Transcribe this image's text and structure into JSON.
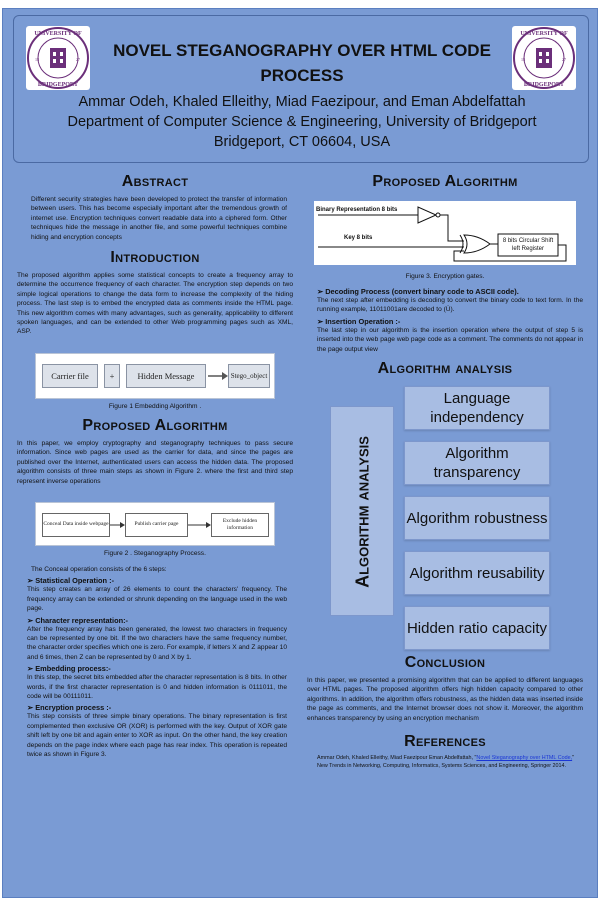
{
  "header": {
    "title": "NOVEL STEGANOGRAPHY OVER HTML CODE PROCESS",
    "authors": "Ammar Odeh, Khaled Elleithy, Miad Faezipour, and Eman Abdelfattah",
    "department": "Department of Computer Science & Engineering, University of Bridgeport",
    "address": "Bridgeport, CT 06604, USA",
    "logo": {
      "top": "UNIVERSITY OF",
      "bottom": "BRIDGEPORT",
      "year_left": "18",
      "year_right": "27"
    }
  },
  "left": {
    "abstract": {
      "heading": "Abstract",
      "text": "Different security strategies have been developed to protect the transfer of information between users. This has become especially important after the tremendous growth of internet use. Encryption techniques convert readable data into a ciphered form. Other techniques hide the message in another file, and some powerful techniques combine hiding and encryption concepts"
    },
    "introduction": {
      "heading": "Introduction",
      "text": "The proposed algorithm applies some statistical concepts to create a frequency array to determine the occurrence frequency of each character. The encryption step depends on two simple logical operations to change the data form to increase the complexity of the hiding process. The last step is to embed the encrypted data as comments inside the HTML page. This new algorithm comes with many advantages, such as generality, applicability to different spoken languages, and can be extended to other Web programming pages such as XML, ASP."
    },
    "figure1": {
      "boxes": [
        "Carrier file",
        "+",
        "Hidden Message",
        "Stego_object"
      ],
      "caption": "Figure 1 Embedding Algorithm ."
    },
    "proposed": {
      "heading": "Proposed Algorithm",
      "text": "In this paper, we employ cryptography and steganography techniques to pass secure information. Since web pages are used as the carrier for data, and since the pages are published over the Internet, authenticated users can access the hidden data. The proposed algorithm consists of three main steps as shown in Figure 2. where the first and third step represent inverse operations"
    },
    "figure2": {
      "boxes": [
        "Conceal Data inside webpage",
        "Publish carrier page",
        "Exclude hidden information"
      ],
      "caption": "Figure 2 . Steganography Process."
    },
    "conceal_intro": "The Conceal operation consists of the 6 steps:",
    "steps": [
      {
        "title": "Statistical Operation :-",
        "text": "This step creates an array of 26 elements to count the characters' frequency. The frequency array can be extended or shrunk depending on the language used in the web page."
      },
      {
        "title": "Character representation:-",
        "text": "After the frequency array has been generated, the lowest two characters in frequency can be represented by one bit. If the two characters have the same frequency number, the character order specifies which one is zero. For example, if letters X and Z appear 10 and 6 times, then Z can be represented by 0 and X by 1."
      },
      {
        "title": "Embedding process:-",
        "text": "In this step, the secret bits embedded after the character representation is 8 bits. In other words, if the first character representation is 0 and hidden information is 0111011, the code will be 00111011."
      },
      {
        "title": "Encryption process :-",
        "text": "This step consists of three simple binary operations. The binary representation is first complemented then exclusive OR (XOR) is performed with the key. Output of XOR gate shift left by one bit and again enter to XOR as input. On the other hand,  the key creation depends on the page index where each page has rear index. This operation is repeated twice as shown in Figure 3."
      }
    ]
  },
  "right": {
    "proposed_heading": "Proposed Algorithm",
    "figure3": {
      "label_binary": "Binary Representation 8 bits",
      "label_key": "Key 8 bits",
      "label_shift": "8 bits Circular Shift left Register",
      "caption": "Figure 3. Encryption gates."
    },
    "decoding": {
      "title": "Decoding Process (convert binary code to ASCII code).",
      "text": "The next step after embedding is decoding to convert the binary code to text form. In the running example, 11011001are decoded to (Ù)."
    },
    "insertion": {
      "title": "Insertion Operation :-",
      "text": "The last step in our algorithm is the insertion operation where the output of step 5 is inserted into the web page web page code as a comment. The comments do not appear in the page output view"
    },
    "analysis": {
      "heading": "Algorithm analysis",
      "vertical": "Algorithm analysis",
      "items": [
        "Language independency",
        "Algorithm transparency",
        "Algorithm robustness",
        "Algorithm reusability",
        "Hidden ratio capacity"
      ]
    },
    "conclusion": {
      "heading": "Conclusion",
      "text": "In this paper, we presented a promising algorithm that can be applied to different languages over HTML pages. The proposed algorithm offers high hidden capacity compared to other algorithms. In addition, the algorithm offers robustness, as the hidden data was inserted inside the page as comments, and the Internet browser does not show it. Moreover, the algorithm enhances transparency by using an encryption mechanism"
    },
    "references": {
      "heading": "References",
      "prefix": "Ammar Odeh, Khaled Elleithy, Miad Faezipour Eman Abdelfattah, \"",
      "link": "Novel Steganography over HTML Code,",
      "suffix": "\" New Trends in Networking, Computing, Informatics, Systems Sciences, and Engineering, Springer 2014."
    }
  },
  "colors": {
    "poster_bg": "#7a9bd4",
    "box_bg": "#a8bde3",
    "link": "#1a36d6"
  }
}
